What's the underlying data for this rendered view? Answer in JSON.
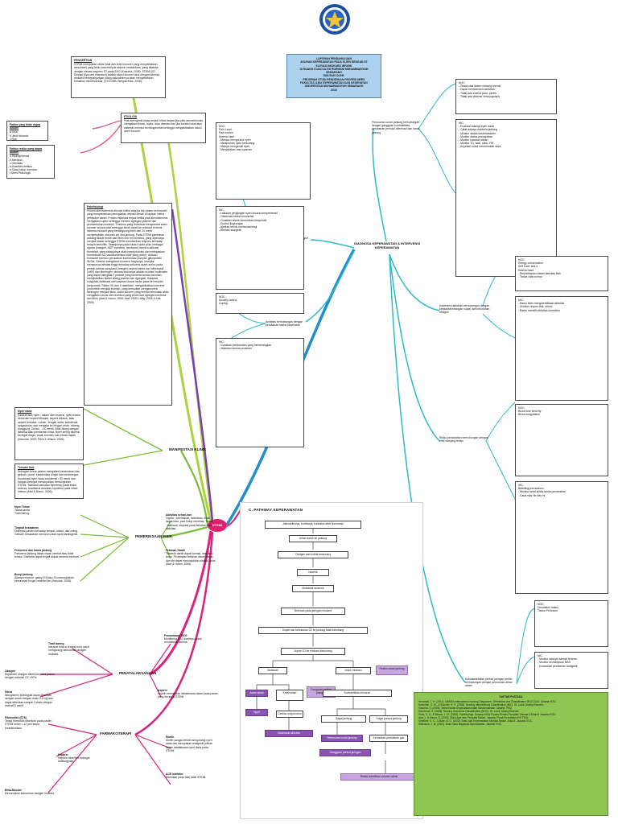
{
  "header": {
    "lines": [
      "LAPORAN PENDAHULUAN",
      "ASUHAN KEPERAWATAN PADA KLIEN DENGAN ST",
      "ELEVASI MIOKARD INFARK",
      "DI RUANG ICU/ICCU RS ROEMANI MUHAMMADIYAH",
      "SEMARANG",
      "DISUSUN OLEH:",
      "",
      "PROGRAM STUDI PENDIDIKAN PROFESI NERS",
      "FAKULTAS ILMU KEPERAWATAN DAN KESEHATAN",
      "UNIVERSITAS MUHAMMADIYAH SEMARANG",
      "2016"
    ]
  },
  "center": {
    "label": "STEMI"
  },
  "diagnosis_node": {
    "label": "DIAGNOSA KEPERAWATAN & INTERVENSI KEPERAWATAN"
  },
  "left": {
    "pengertian": {
      "title": "PENGERTIAN",
      "body": "STEMI merupakan oklusi total dari arteri koroner yang menyebabkan area infark yang lebih luas meliputi seluruh miokardium, yang ditandai dengan elevasi segmen ST pada EKG (Kasuma, 2008). STEMI (ST Elevasi Myocard Infarction) adalah oklusi koroner akut dengan iskemia miokard berkepanjangan yang pada akhirnya akan menyebabkan kematian miosit kardiak. (ECN NRU Nespar/Kiba, 2008)."
    },
    "etiologi": {
      "title": "ETIOLOGI",
      "body": "Plak aterogenik biasa terjadi, infark terjadi jika plak aterosklerosis mengalami fisura, ruptur, atau ulserasi dan jika kondisi lokal atau sistemik memicu trombogenesis sehingga mengakibatkan oklusi arteri koroner."
    },
    "faktor_tidak_diubah": {
      "title": "Faktor yang tidak dapat diubah",
      "body": "a.Usia\nb.Jenis kelamin\nc.Ras"
    },
    "faktor_diubah": {
      "title": "Faktor resiko yang dapat diubah",
      "body": "a.Hiperlipidemia\nb.Merokok\nc.Obesitas\nd.Diabetes melitus\ne.Gaya hidup monoton\nf.Stres Psikologik"
    },
    "patofisiologi": {
      "title": "Patofisiologi",
      "body": "Proses aterosklerosis dimulai ketika adanya lesi dalam sel endotel yang menyebabkan peningkatan deposit lemak di lapisan intima pembuluh darah. Proses inflamasi terjadi ketika plak aterosklerosis mengalami ruptur sehingga memicu agregasi platelet dan pembentukan trombus. Trombus yang terbentuk menyumbat arteri koroner secara total sehingga aliran darah ke miokard terhenti. Iskemia miokard yang berlangsung lebih dari 20 menit menyebabkan nekrosis sel otot jantung. Pada STEMI gambaran patologi klasik terdiri dari fibrin rich red trombus, yang dipercaya menjadi dasar sehingga STEMI memberikan respons terhadap terapi trombolitik. Selanjutnya pada lokasi ruptur plak, berbagai agonis (kolagen, ADP, epinefrin, serotonin) memicu aktivasi trombosit, yang selanjutnya akan memproduksi dan melepaskan tromboksan A2 (vasokonstriktor lokal yang poten). Aktivasi trombosit memicu perubahan konformasi reseptor glikoprotein IIb/IIIa. Setelah mengalami konversi fungsinya, reseptor mempunyai afinitas tinggi terhadap sekuens asam amino pada protein adhesi yang larut (integrin) seperti faktor von Willebrand (vWF) dan fibrinogen, dimana keduanya adalah molekul multivalen yang dapat mengikat 2 platelet yang berbeda secara simultan, menghasilkan ikatan silang platelet dan agregasi. Kaskade koagulasi diaktivasi oleh pajanan tissue factor pada sel endotel yang rusak. Faktor VII dan X diaktivasi, mengakibatkan konversi protrombin menjadi trombin, yang kemudian mengkonversi fibrinogen menjadi fibrin. Arteri koroner yang terlibat kemudian akan mengalami oklusi oleh trombus yang terdiri dari agregat trombosit dan fibrin (Alwi & Harun, 2006; Alwi, 2009; Libby, 2008 & Aris, 2009)."
    },
    "manifestasi": {
      "title": "MANIFESTASI KLINIK",
      "nyeri_dada": {
        "title": "Nyeri dada",
        "body": "Karakteristik nyeri : dalam dan visceral, nyeri terasa berat dan seperti ditindas, seperti ditusuk, atau seperti terbakar. Lokasi : tengah dada, substernal, epigastrium, dan menjalar ke lengan, leher, rahang, punggung. Durasi : >20 menit, tidak hilang dengan istirahat atau pemberian nitrat. Nyeri sering disertai keringat dingin, mual, muntah, dan sesak napas (Kasuma, 2009; Price & Wilson, 2006)."
      },
      "temuan_fisik": {
        "title": "Temuan fisik",
        "body": "Sebagian besar pasien mengalami kecemasan dan gelisah, pucat, ekstremitas dingin dan berkeringat. Kombinasi nyeri dada substernal >30 menit dan banyak keringat menunjukkan kemungkinan STEMI. Takikardi dan/atau hipertensi pada infark anterior, bradikardi dan/atau hipotensi pada infark inferior (Alwi & Harun, 2006)."
      }
    },
    "pemeriksaan": {
      "title": "PEMERIKSAAN FISIK",
      "nyeri_tekan": {
        "title": "Nyeri Tekan",
        "body": "Tanda-tanda\nTirah baring..."
      },
      "tingkat_kesadaran": {
        "title": "Tingkat kesadaran",
        "body": "Orientasi pasien terhadap tempat, waktu, dan orang. Gelisah, kesadaran menurun pada syok kardiogenik."
      },
      "frekuensi": {
        "title": "Frekuensi dan irama jantung",
        "body": "Frekuensi jantung dapat cepat, lambat atau tidak teratur. Disritmia dapat terjadi akibat iskemia miokard."
      },
      "bunyi": {
        "title": "Bunyi jantung",
        "body": "Adanya murmur, gallop S3 atau S4 menunjukkan penurunan fungsi ventrikel kiri (Kasuma, 2008)."
      },
      "aktivitas": {
        "title": "Aktivitas sehari-hari",
        "body": "Gejala : kelemahan, kelelahan, tidak dapat tidur, pola hidup menetap. Tanda : takikardi, dispnea pada istirahat atau aktivitas."
      },
      "tekanan_darah": {
        "title": "Tekanan Darah",
        "body": "Tekanan darah dapat normal, naik atau turun. Perbedaan tekanan darah kanan dan kiri dapat menunjukkan diseksi aorta (Alwi & Harun, 2006)."
      }
    },
    "penatalaksanaan": {
      "title": "PENATALAKSANAAN",
      "tirah_baring": {
        "title": "Tirah baring",
        "body": "Istirahat total di tempat tidur untuk mengurangi kebutuhan oksigen miokard."
      },
      "oksigen": {
        "title": "Oksigen",
        "body": "Suplemen oksigen diberikan pada pasien dengan saturasi O2 <90%."
      },
      "ekg": {
        "title": "Pemantauan EKG",
        "body": "Monitoring EKG kontinyu untuk mendeteksi aritmia."
      },
      "nitrat": {
        "title": "Nitrat",
        "body": "Nitrogliserin sublingual dapat diberikan dengan aman dengan dosis 0,4 mg dan dapat diberikan sampai 3 dosis dengan interval 5 menit."
      },
      "morfin": {
        "title": "Morfin",
        "body": "Morfin sangat efektif mengurangi nyeri dada dan merupakan analgesik pilihan dalam tatalaksana nyeri dada pada STEMI."
      },
      "aspirin": {
        "title": "Aspirin",
        "body": "Aspirin merupakan tatalaksana dasar pada pasien yang dicurigai STEMI."
      }
    },
    "farmakoterapi": {
      "title": "FARMAKOTERAPI",
      "fibrinolitik": {
        "title": "Fibrinolitik (STK)",
        "body": "Terapi fibrinolitik diberikan pada pasien STEMI onset < 12 jam tanpa kontraindikasi."
      },
      "heparin": {
        "title": "Heparin",
        "body": "Heparin diberikan sebagai antikoagulan."
      },
      "beta_blocker": {
        "title": "Beta-Blocker",
        "body": "Menurunkan kebutuhan oksigen miokard."
      },
      "ace": {
        "title": "ACE inhibitor",
        "body": "Diberikan pada fase awal STEMI."
      }
    }
  },
  "right": {
    "penurunan_curah": {
      "label": "Penurunan curah jantung berhubungan dengan gangguan kontraktilitas, perubahan preload, afterload dan irama jantung",
      "noc": "NOC:\n- Tanda vital dalam rentang normal\n- Dapat mentoleransi aktivitas\n- Tidak ada edema paru, perifer\n- Tidak ada distensi vena jugularis",
      "nic": "NIC:\n- Evaluasi adanya nyeri dada\n- Catat adanya disritmia jantung\n- Monitor status kardiovaskuler\n- Monitor status pernapasan\n- Monitor balance cairan\n- Monitor TD, nadi, suhu, RR\n- Anjurkan untuk menurunkan stres"
    },
    "nyeri_akut": {
      "label": "Nyeri akut berhubungan dengan agen injuri biologis: iskemia miokard",
      "noc": "NOC:\nPain Level\nPain control\nKriteria hasil:\n- Mampu mengontrol nyeri\n- Melaporkan nyeri berkurang\n- Mampu mengenali nyeri\n- Menyatakan rasa nyaman",
      "nic": "NIC:\n- Lakukan pengkajian nyeri secara komprehensif\n- Observasi reaksi nonverbal\n- Gunakan teknik komunikasi terapeutik\n- Kontrol lingkungan\n- Ajarkan teknik nonfarmakologi\n- Berikan analgetik"
    },
    "intoleransi": {
      "label": "Intoleransi aktivitas berhubungan dengan ketidakseimbangan suplai dan kebutuhan oksigen",
      "noc": "NOC:\nEnergy conservation\nSelf Care: ADLs\nKriteria hasil:\n- Berpartisipasi dalam aktivitas fisik\n- Tanda vital normal",
      "nic": "NIC:\n- Bantu klien mengidentifikasi aktivitas\n- Monitor respon fisik, emosi\n- Bantu memilih aktivitas konsisten"
    },
    "ansietas": {
      "label": "Ansietas berhubungan dengan perubahan status kesehatan",
      "noc": "NOC:\nAnxiety control\nCoping",
      "nic": "NIC:\n- Gunakan pendekatan yang menenangkan\n- Jelaskan semua prosedur"
    },
    "perfusi": {
      "label": "Ketidakefektifan perfusi jaringan perifer berhubungan dengan penurunan aliran darah",
      "noc": "NOC:\nCirculation status\nTissue Perfusion",
      "nic": "NIC:\n- Monitor adanya daerah tertentu\n- Monitor kemampuan BAB\n- Kolaborasi pemberian analgetik"
    },
    "risiko_perdarahan": {
      "label": "Risiko perdarahan berhubungan dengan efek samping terapi",
      "noc": "NOC:\nBlood lose severity\nBlood koagulation",
      "nic": "NIC:\nBleeding precautions\n- Monitor ketat tanda-tanda perdarahan\n- Catat nilai Hb dan Ht"
    }
  },
  "pathway": {
    "title": "C.   PATHWAY KEPERAWATAN",
    "nodes": [
      "Aterosklerosis, trombosis, kontraksi arteri koronaria",
      "Aliran darah ke jantung",
      "Oksigen dan nutrisi berkurang",
      "Iskemik",
      "Metabolik anaerob",
      "Nekrosis pada jaringan miokard",
      "Suplai dan kebutuhan O2 ke jantung tidak seimbang",
      "Suplai O2 ke miokard berkurang",
      "Metabolit",
      "Asam laktat",
      "Kelemahan",
      "Nyeri",
      "Intoleransi aktivitas",
      "Gangguan perfusi jaringan",
      "Infark miokard",
      "Resiko curah jantung",
      "Penurunan curah jantung",
      "Gangguan perfusi jaringan",
      "Gagal jantung",
      "Kontraktilitas menurun",
      "Cardiac output turun",
      "Kerusakan pertukaran gas",
      "Gagal pompa jantung",
      "Resiko kelebihan volume cairan"
    ]
  },
  "references": {
    "title": "DAFTAR PUSTAKA",
    "body": "Herdman, T. H. (2012). NANDA International Nursing Diagnoses : Definitions and Classification 2012-2014. Jakarta: EGC.\nBulechek, G. M., & Butcher, H. K. (2008). Nursing Interventions Classification (NIC). St. Louis: Mosby Elsevier.\nKasuma, S. (2008). Serial Kuliah Kegawatdaruratan Kardiovaskular. Jakarta: FKUI.\nMoorhead, S. (2008). Nursing Outcomes Classification (NOC). St. Louis: Mosby Elsevier.\nPrice, S. A., & Wilson, L. M. (2006). Patofisiologi: Konsep Klinis Proses-Proses Penyakit. Volume 2 Edisi 6. Jakarta: EGC.\nAlwi, I., & Harun, S. (2006). Buku Ajar Ilmu Penyakit Dalam. Jakarta: Pusat Penerbitan IPD FKUI.\nSmeltzer, S. C., & Bare, B. G. (2002). Buku Ajar Keperawatan Medikal Bedah. Edisi 8. Jakarta: EGC.\nWilkinson, J. M. (2011). Buku saku diagnosis keperawatan. Jakarta: EGC."
  },
  "colors": {
    "center": "#e0206c",
    "header": "#aed2ee",
    "references": "#8fc553",
    "branch_pink": "#d8247a",
    "branch_green": "#9ac83c",
    "branch_blue": "#2a8fc0",
    "branch_teal": "#2fb9c7",
    "branch_olive": "#6b8f2a",
    "pathway_purple": "#8a55b0",
    "pathway_lilac": "#c7a6df"
  }
}
